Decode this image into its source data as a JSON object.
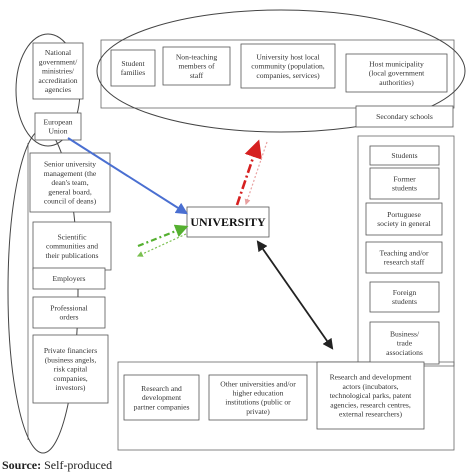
{
  "center": {
    "label": "UNIVERSITY"
  },
  "nodes": [
    {
      "id": "national-government",
      "lines": [
        "National",
        "government/",
        "ministries/",
        "accreditation",
        "agencies"
      ]
    },
    {
      "id": "european-union",
      "lines": [
        "European",
        "Union"
      ]
    },
    {
      "id": "student-families",
      "lines": [
        "Student",
        "families"
      ]
    },
    {
      "id": "non-teaching-staff",
      "lines": [
        "Non-teaching",
        "members of",
        "staff"
      ]
    },
    {
      "id": "local-community",
      "lines": [
        "University host local",
        "community (population,",
        "companies, services)"
      ]
    },
    {
      "id": "host-municipality",
      "lines": [
        "Host municipality",
        "(local government",
        "authorities)"
      ]
    },
    {
      "id": "secondary-schools",
      "lines": [
        "Secondary schools"
      ]
    },
    {
      "id": "senior-management",
      "lines": [
        "Senior university",
        "management (the",
        "dean's team,",
        "general board,",
        "council of deans)"
      ]
    },
    {
      "id": "scientific-communities",
      "lines": [
        "Scientific",
        "communities and",
        "their publications"
      ]
    },
    {
      "id": "employers",
      "lines": [
        "Employers"
      ]
    },
    {
      "id": "professional-orders",
      "lines": [
        "Professional",
        "orders"
      ]
    },
    {
      "id": "private-financiers",
      "lines": [
        "Private financiers",
        "(business angels,",
        "risk capital",
        "companies,",
        "investors)"
      ]
    },
    {
      "id": "students",
      "lines": [
        "Students"
      ]
    },
    {
      "id": "former-students",
      "lines": [
        "Former",
        "students"
      ]
    },
    {
      "id": "portuguese-society",
      "lines": [
        "Portuguese",
        "society in general"
      ]
    },
    {
      "id": "teaching-research-staff",
      "lines": [
        "Teaching and/or",
        "research staff"
      ]
    },
    {
      "id": "foreign-students",
      "lines": [
        "Foreign",
        "students"
      ]
    },
    {
      "id": "business-associations",
      "lines": [
        "Business/",
        "trade",
        "associations"
      ]
    },
    {
      "id": "rd-partners",
      "lines": [
        "Research and",
        "development",
        "partner companies"
      ]
    },
    {
      "id": "other-universities",
      "lines": [
        "Other universities and/or",
        "higher education",
        "institutions (public or",
        "private)"
      ]
    },
    {
      "id": "rd-actors",
      "lines": [
        "Research and development",
        "actors (incubators,",
        "technological parks, patent",
        "agencies, research centres,",
        "external researchers)"
      ]
    }
  ],
  "arrows": [
    {
      "id": "blue-arrow",
      "color": "#4a6fd1",
      "style": "solid"
    },
    {
      "id": "red-arrow",
      "color": "#d62020",
      "style": "dash-dot"
    },
    {
      "id": "pink-arrow",
      "color": "#e8a0a0",
      "style": "dotted"
    },
    {
      "id": "green-arrow",
      "color": "#55b030",
      "style": "dash-dot"
    },
    {
      "id": "green-dotted-arrow",
      "color": "#7ac050",
      "style": "dotted"
    },
    {
      "id": "black-arrow",
      "color": "#222222",
      "style": "solid"
    }
  ],
  "source": {
    "label": "Source:",
    "text": " Self-produced"
  }
}
